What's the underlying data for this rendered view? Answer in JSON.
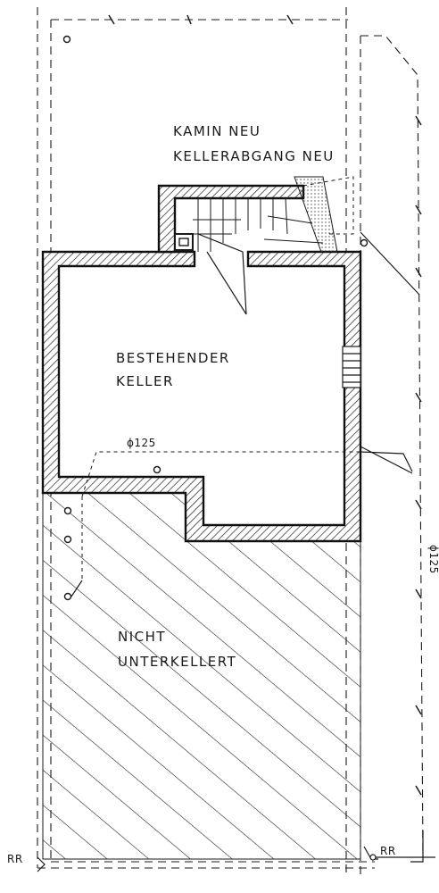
{
  "labels": {
    "kamin": "KAMIN NEU",
    "kellerabgang": "KELLERABGANG NEU",
    "bestehender": "BESTEHENDER",
    "keller": "KELLER",
    "pipe_horizontal": "ϕ125",
    "pipe_vertical": "ϕ125",
    "nicht": "NICHT",
    "unterkellert": "UNTERKELLERT",
    "rr_left": "RR",
    "rr_right": "RR"
  },
  "colors": {
    "ink": "#1a1a1a",
    "paper": "#ffffff"
  }
}
